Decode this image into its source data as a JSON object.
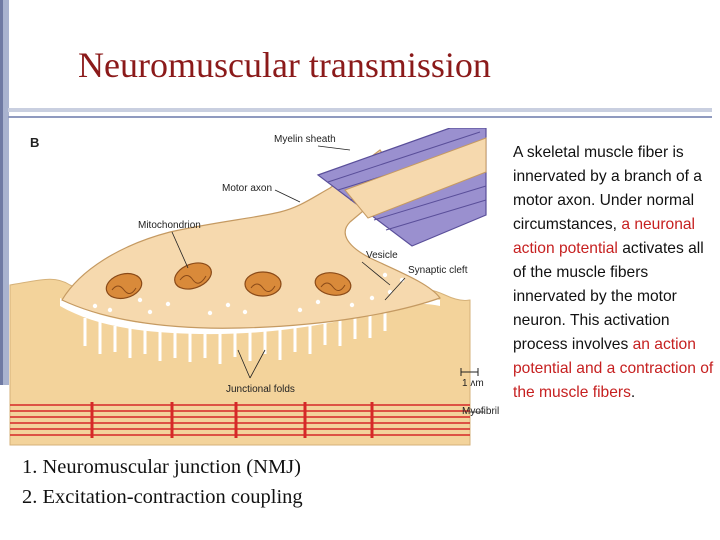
{
  "title": "Neuromuscular transmission",
  "diagram": {
    "panel_letter": "B",
    "labels": {
      "myelin_sheath": "Myelin sheath",
      "motor_axon": "Motor axon",
      "mitochondrion": "Mitochondrion",
      "vesicle": "Vesicle",
      "synaptic_cleft": "Synaptic cleft",
      "junctional_folds": "Junctional folds",
      "scale": "1 ʌm",
      "myofibril": "Myofibril"
    },
    "colors": {
      "terminal": "#f6d9ae",
      "muscle": "#f3d39b",
      "myelin": "#9a90cf",
      "mitochondria": "#d98a3a",
      "myofibril": "#d62828"
    }
  },
  "topics": [
    "1. Neuromuscular junction (NMJ)",
    "2. Excitation-contraction coupling"
  ],
  "side_text": {
    "p1": "A skeletal muscle fiber is innervated by a branch of a motor axon. Under normal circumstances, ",
    "h1": "a neuronal action potential",
    "p2": " activates all of the muscle fibers innervated by the motor neuron. This activation process involves ",
    "h2": "an action potential and a contraction of the muscle fibers",
    "p3": "."
  }
}
